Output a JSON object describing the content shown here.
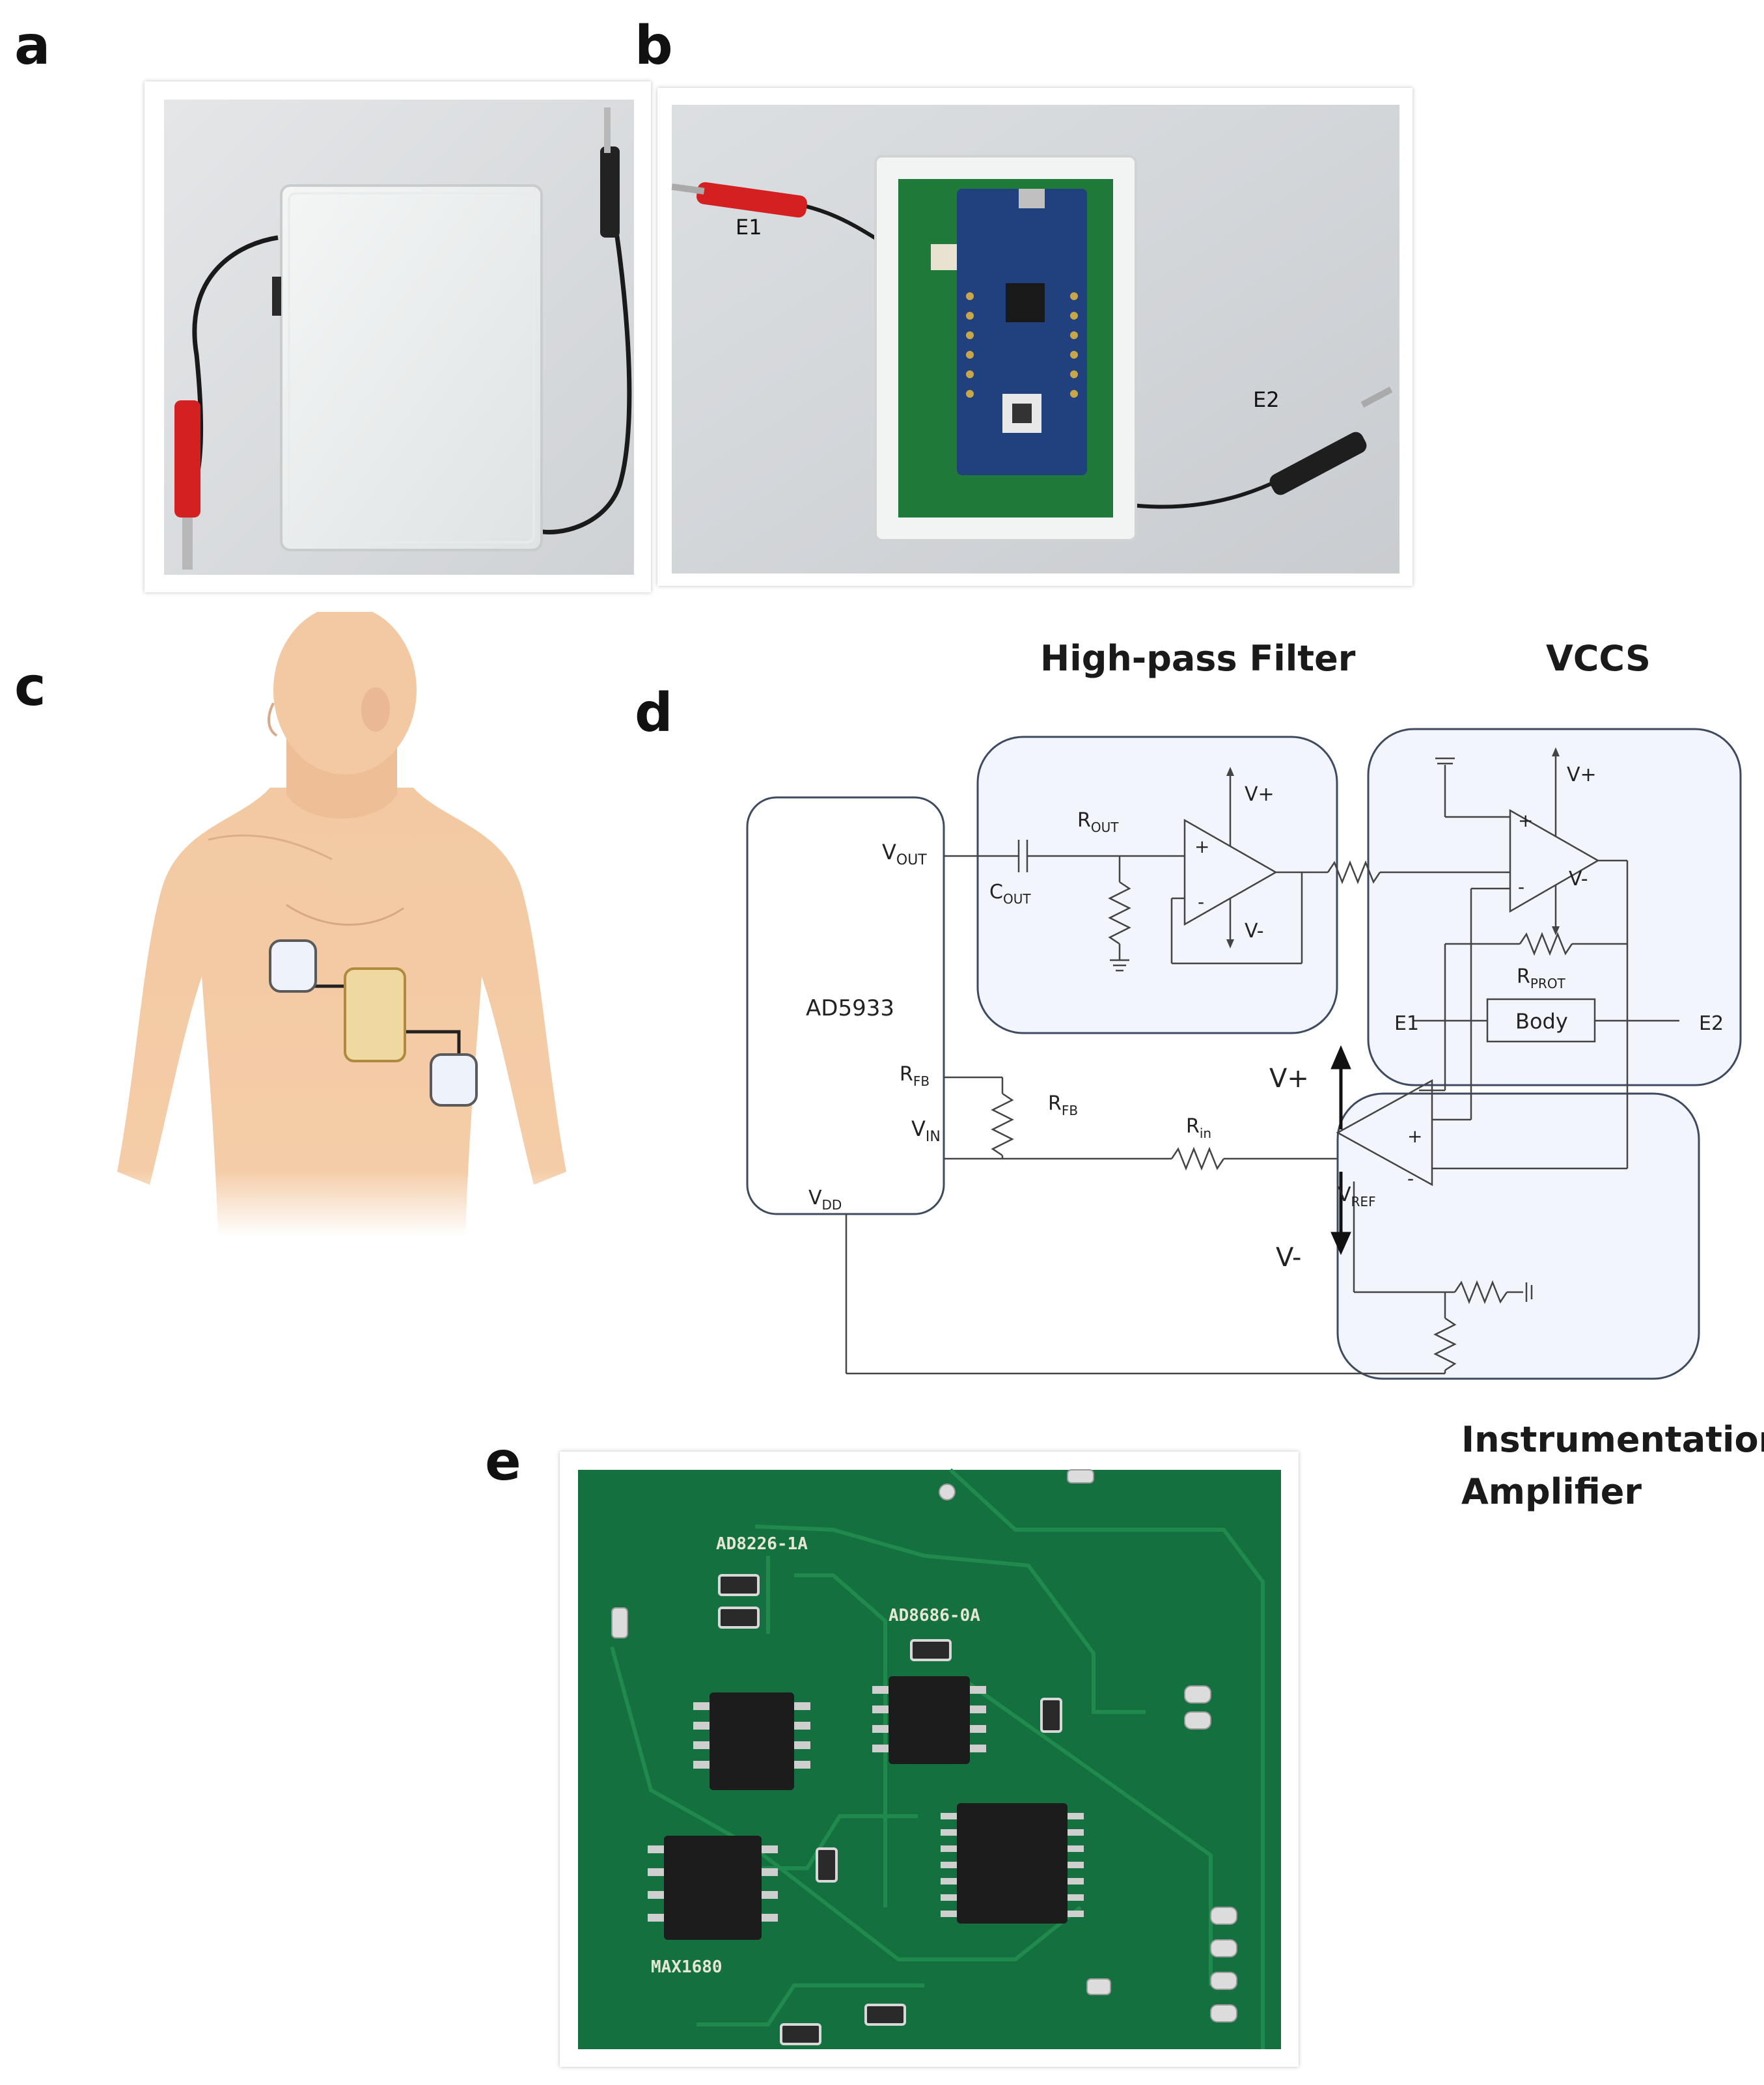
{
  "panel_labels": {
    "a": "a",
    "b": "b",
    "c": "c",
    "d": "d",
    "e": "e"
  },
  "photo_b": {
    "e1": "E1",
    "e2": "E2"
  },
  "schematic": {
    "hpf_title": "High-pass Filter",
    "vccs_title": "VCCS",
    "ia_title_1": "Instrumentation",
    "ia_title_2": "Amplifier",
    "chip": "AD5933",
    "vout_main": "V",
    "vout_sub": "OUT",
    "cout_main": "C",
    "cout_sub": "OUT",
    "rout_main": "R",
    "rout_sub": "OUT",
    "rfb_pin_main": "R",
    "rfb_pin_sub": "FB",
    "rfb_main": "R",
    "rfb_sub": "FB",
    "vin_main": "V",
    "vin_sub": "IN",
    "vdd_main": "V",
    "vdd_sub": "DD",
    "rin_main": "R",
    "rin_sub": "in",
    "rprot_main": "R",
    "rprot_sub": "PROT",
    "vref_main": "V",
    "vref_sub": "REF",
    "body": "Body",
    "e1": "E1",
    "e2": "E2",
    "vplus": "V+",
    "vminus": "V-",
    "plus": "+",
    "minus": "-"
  },
  "pcb": {
    "ic1": "AD8226-1A",
    "ic2": "AD8686-0A",
    "ic3": "MAX1680"
  }
}
